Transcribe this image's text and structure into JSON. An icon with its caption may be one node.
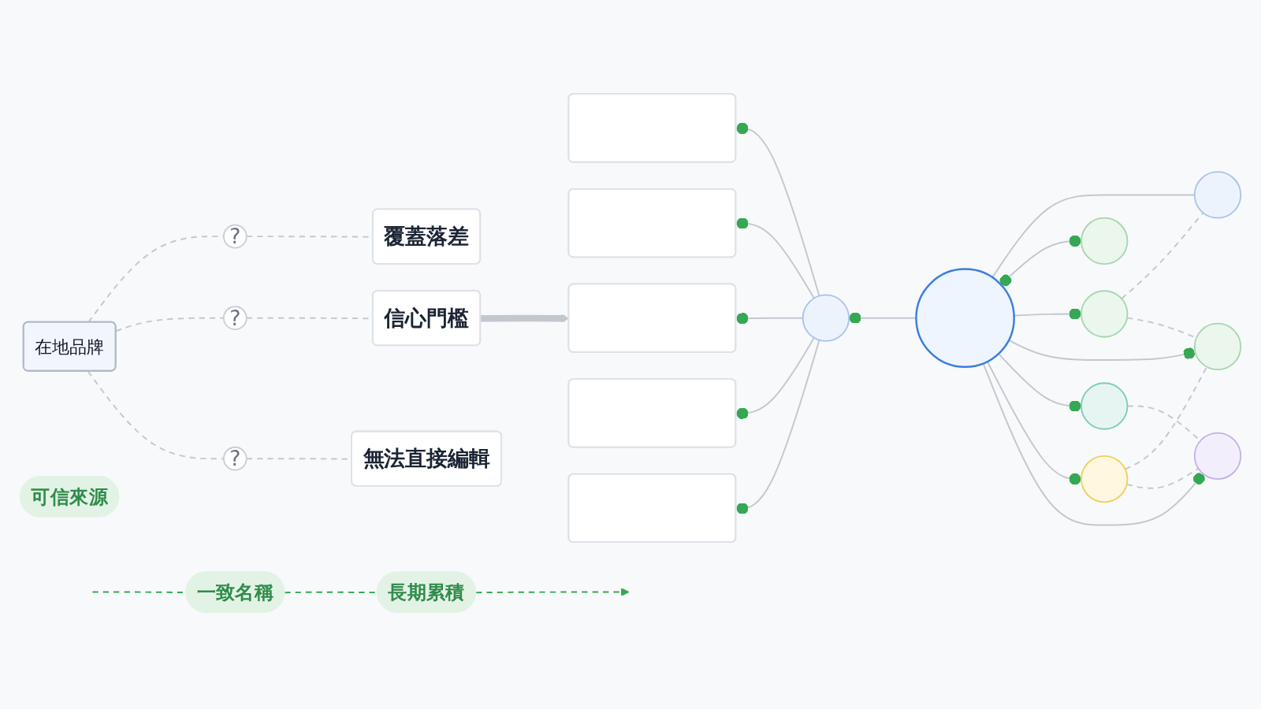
{
  "diagram": {
    "nodes": [
      {
        "text": [
          "在地品牌"
        ]
      },
      {
        "text": [
          "?"
        ]
      },
      {
        "text": [
          "?"
        ]
      },
      {
        "text": [
          "?"
        ]
      },
      {
        "text": [
          "覆蓋落差"
        ]
      },
      {
        "text": [
          "信心門檻"
        ]
      },
      {
        "text": [
          "無法直接編輯"
        ]
      },
      {
        "text": [
          "可信來源"
        ]
      },
      {
        "text": [
          "一致名稱"
        ]
      },
      {
        "text": [
          "長期累積"
        ]
      },
      {
        "text": [],
        "shape": "box"
      },
      {
        "text": [],
        "shape": "box"
      },
      {
        "text": [],
        "shape": "box"
      },
      {
        "text": [],
        "shape": "box"
      },
      {
        "text": [],
        "shape": "box"
      },
      {
        "text": [],
        "shape": "circle"
      },
      {
        "text": [],
        "shape": "circle"
      },
      {
        "text": [],
        "shape": "circle"
      },
      {
        "text": [],
        "shape": "circle"
      },
      {
        "text": [],
        "shape": "circle"
      },
      {
        "text": [],
        "shape": "circle"
      },
      {
        "text": [],
        "shape": "circle"
      },
      {
        "text": [],
        "shape": "circle"
      },
      {
        "text": [],
        "shape": "circle"
      }
    ],
    "edges": [
      {
        "from": 0,
        "to": 1,
        "arrow": "none",
        "style": "dashed"
      },
      {
        "from": 0,
        "to": 2,
        "arrow": "none",
        "style": "dashed"
      },
      {
        "from": 0,
        "to": 3,
        "arrow": "none",
        "style": "dashed"
      },
      {
        "from": 1,
        "to": 4,
        "arrow": "none",
        "style": "dashed"
      },
      {
        "from": 2,
        "to": 5,
        "arrow": "none",
        "style": "dashed"
      },
      {
        "from": 3,
        "to": 6,
        "arrow": "none",
        "style": "dashed"
      },
      {
        "from": 5,
        "to": 12,
        "arrow": "to",
        "style": "thick"
      },
      {
        "from": 10,
        "to": 15,
        "arrow": "other"
      },
      {
        "from": 11,
        "to": 15,
        "arrow": "other"
      },
      {
        "from": 12,
        "to": 15,
        "arrow": "other"
      },
      {
        "from": 13,
        "to": 15,
        "arrow": "other"
      },
      {
        "from": 14,
        "to": 15,
        "arrow": "other"
      },
      {
        "from": 15,
        "to": 16,
        "arrow": "other"
      },
      {
        "from": 16,
        "to": 17,
        "arrow": "none"
      },
      {
        "from": 16,
        "to": 18,
        "arrow": "other"
      },
      {
        "from": 16,
        "to": 19,
        "arrow": "other"
      },
      {
        "from": 16,
        "to": 20,
        "arrow": "other"
      },
      {
        "from": 16,
        "to": 21,
        "arrow": "other"
      },
      {
        "from": 16,
        "to": 22,
        "arrow": "other"
      },
      {
        "from": 16,
        "to": 23,
        "arrow": "other"
      },
      {
        "from": 19,
        "to": 17,
        "arrow": "none",
        "style": "dashed"
      },
      {
        "from": 19,
        "to": 20,
        "arrow": "none",
        "style": "dashed"
      },
      {
        "from": 22,
        "to": 20,
        "arrow": "none",
        "style": "dashed"
      },
      {
        "from": 22,
        "to": 23,
        "arrow": "none",
        "style": "dashed"
      },
      {
        "from": 21,
        "to": 23,
        "arrow": "none",
        "style": "dashed"
      },
      {
        "from": null,
        "to": 8,
        "arrow": "none",
        "style": "dashed",
        "color": "#34a853"
      },
      {
        "from": 8,
        "to": 9,
        "arrow": "none",
        "style": "dashed",
        "color": "#34a853"
      },
      {
        "from": 9,
        "to": null,
        "arrow": "to",
        "style": "dashed",
        "color": "#34a853"
      }
    ]
  }
}
